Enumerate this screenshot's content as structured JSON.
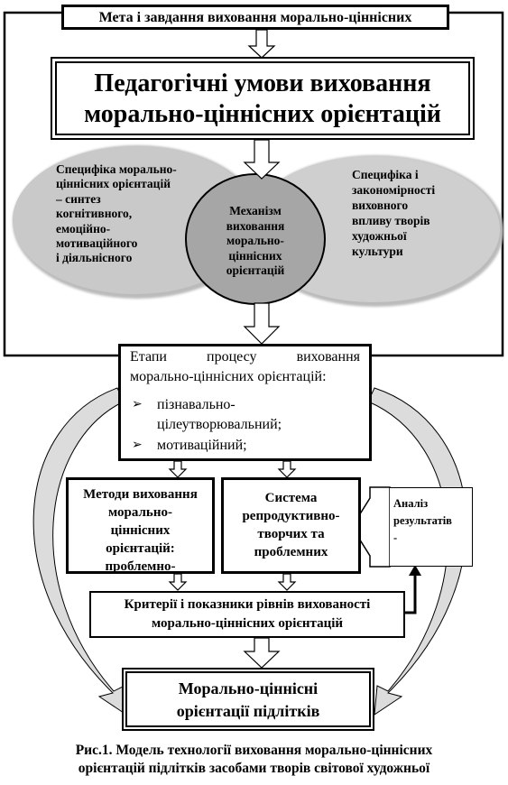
{
  "goal_box": {
    "text": "Мета і завдання виховання морально-ціннісних"
  },
  "conditions_box": {
    "line1": "Педагогічні умови виховання",
    "line2": "морально-ціннісних орієнтацій"
  },
  "left_ellipse": {
    "lines": [
      "Специфіка морально-",
      "ціннісних орієнтацій",
      "– синтез",
      "когнітивного,",
      "емоційно-",
      "мотиваційного",
      "і діяльнісного"
    ]
  },
  "center_circle": {
    "lines": [
      "Механізм",
      "виховання",
      "морально-",
      "ціннісних",
      "орієнтацій"
    ]
  },
  "right_ellipse": {
    "lines": [
      "Специфіка і",
      "закономірності",
      "виховного",
      "впливу творів",
      "художньої",
      "культури"
    ]
  },
  "stages_box": {
    "title_line1_words": [
      "Етапи",
      "процесу",
      "виховання"
    ],
    "title_line2": "морально-ціннісних орієнтацій:",
    "bullet_glyph": "➢",
    "items": [
      "пізнавально-",
      "цілеутворювальний;",
      "мотиваційний;"
    ]
  },
  "methods_box": {
    "lines": [
      "Методи виховання",
      "морально-",
      "ціннісних",
      "орієнтацій:",
      "проблемно-"
    ]
  },
  "system_box": {
    "lines": [
      "Система",
      "репродуктивно-",
      "творчих та",
      "проблемних"
    ]
  },
  "analysis_box": {
    "lines": [
      "Аналіз",
      "результатів",
      "-"
    ]
  },
  "criteria_box": {
    "line1": "Критерії і показники рівнів вихованості",
    "line2": "морально-ціннісних орієнтацій"
  },
  "result_box": {
    "line1": "Морально-ціннісні",
    "line2": "орієнтації підлітків"
  },
  "caption": {
    "line1": "Рис.1. Модель технології виховання морально-ціннісних",
    "line2": "орієнтацій підлітків засобами творів світової художньої"
  },
  "colors": {
    "ellipse": "#c6c6c6",
    "circle": "#a9a9a9",
    "stroke": "#000000",
    "curved_arrow": "#d4d4d4"
  }
}
